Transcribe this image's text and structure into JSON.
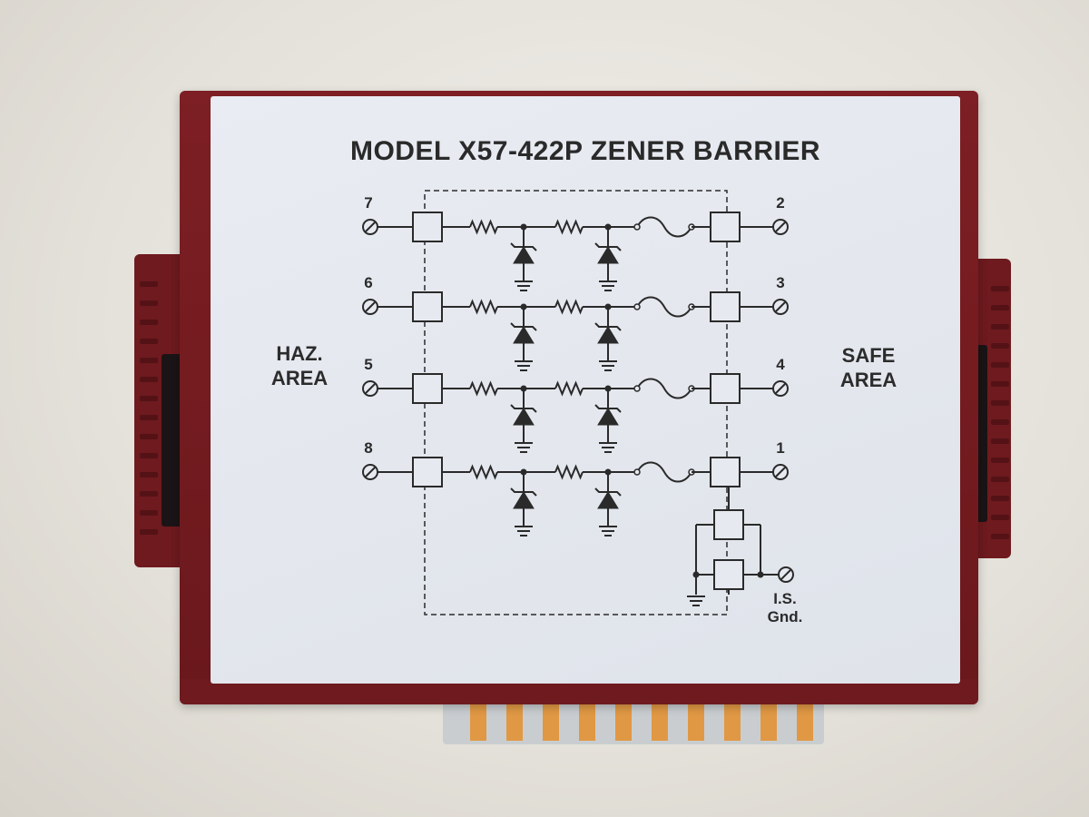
{
  "label": {
    "title": "MODEL X57-422P ZENER BARRIER",
    "haz_area": [
      "HAZ.",
      "AREA"
    ],
    "safe_area": [
      "SAFE",
      "AREA"
    ],
    "is_gnd": [
      "I.S.",
      "Gnd."
    ]
  },
  "channels": [
    {
      "haz_terminal": "7",
      "safe_terminal": "2"
    },
    {
      "haz_terminal": "6",
      "safe_terminal": "3"
    },
    {
      "haz_terminal": "5",
      "safe_terminal": "4"
    },
    {
      "haz_terminal": "8",
      "safe_terminal": "1"
    }
  ],
  "colors": {
    "housing": "#7d1f24",
    "label_bg": "#e6e9ef",
    "ink": "#2a2a2a",
    "edge_pads": "#e09844"
  },
  "edge_connector": {
    "pad_count": 10
  }
}
